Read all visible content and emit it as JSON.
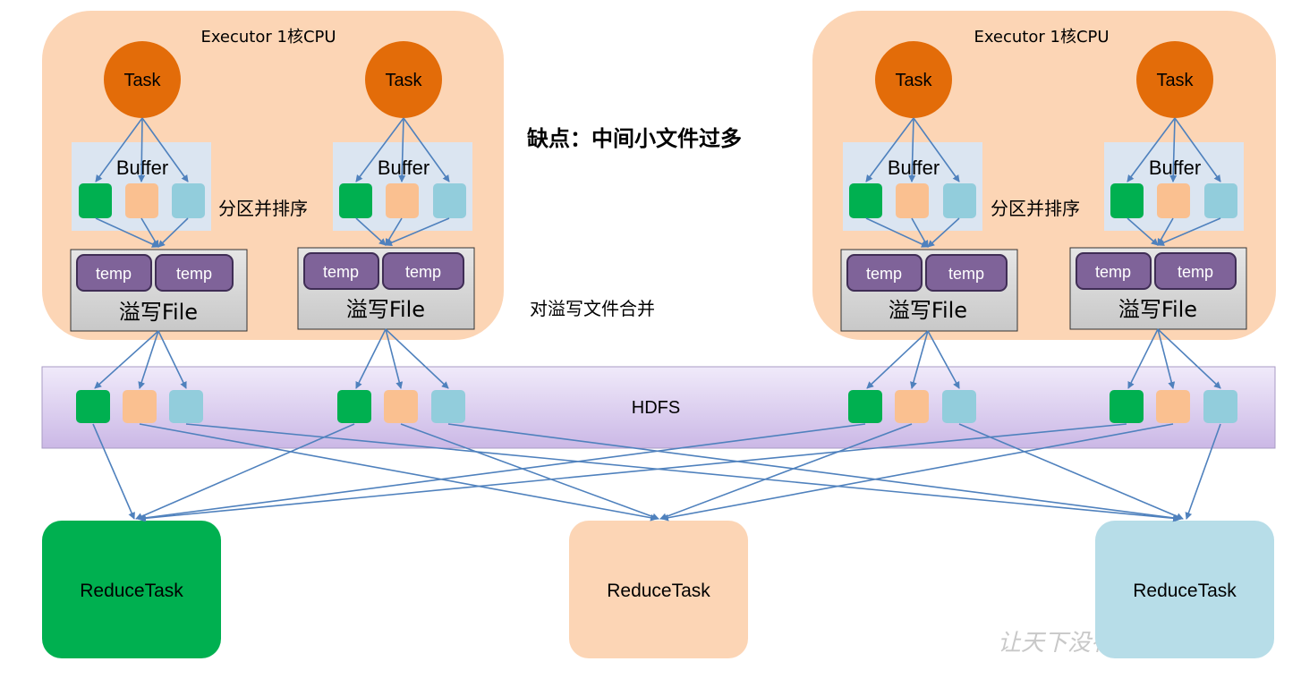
{
  "executor_title": "Executor 1核CPU",
  "task_label": "Task",
  "buffer_label": "Buffer",
  "partition_sort_label": "分区并排序",
  "temp_label": "temp",
  "spill_file_label": "溢写File",
  "disadvantage_note": "缺点：中间小文件过多",
  "merge_note": "对溢写文件合并",
  "hdfs_label": "HDFS",
  "reduce_task_label": "ReduceTask",
  "watermark_text": "让天下没有难学的技术",
  "colors": {
    "executor_bg": "#fcd5b5",
    "task": "#e36c09",
    "buffer_bg": "#dbe5f1",
    "green": "#00b050",
    "orange": "#fac090",
    "blue": "#92cddc",
    "temp": "#7f6399",
    "spill_bg": "#d9d9d9",
    "hdfs_bg": "#e6dcf2",
    "arrow": "#4f81bd",
    "reduce_blue": "#b7dde8"
  }
}
